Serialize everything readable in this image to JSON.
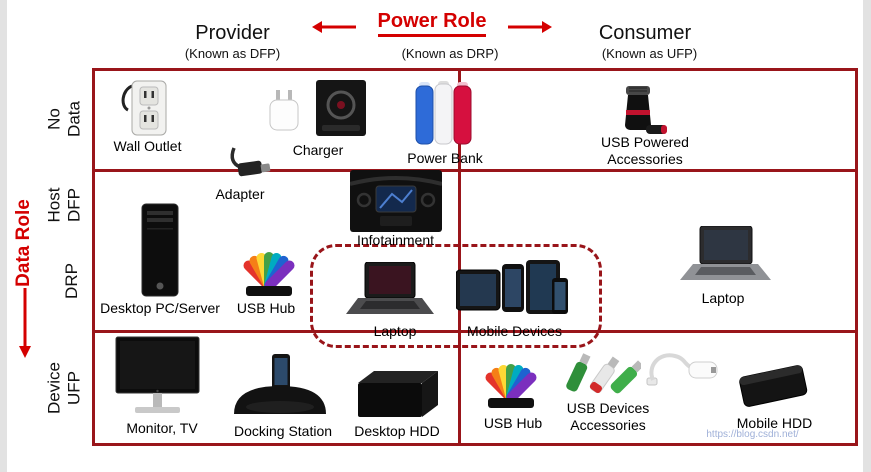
{
  "colors": {
    "accent_red": "#d40000",
    "grid_red": "#99151a",
    "text": "#111111",
    "background": "#ffffff",
    "watermark": "#9fb0d8"
  },
  "axes": {
    "power_role_label": "Power Role",
    "data_role_label": "Data Role",
    "columns": [
      {
        "name": "Provider",
        "sub": "(Known as DFP)"
      },
      {
        "name": "",
        "sub": "(Known as DRP)"
      },
      {
        "name": "Consumer",
        "sub": "(Known as UFP)"
      }
    ],
    "rows": [
      {
        "label": "No\nData"
      },
      {
        "label": "Host\nDFP"
      },
      {
        "label": "DRP"
      },
      {
        "label": "Device\nUFP"
      }
    ]
  },
  "items": [
    {
      "label": "Wall Outlet",
      "row": "No Data"
    },
    {
      "label": "Charger",
      "row": "No Data"
    },
    {
      "label": "Power Bank",
      "row": "No Data"
    },
    {
      "label": "USB Powered\nAccessories",
      "row": "No Data"
    },
    {
      "label": "Adapter",
      "row": "Host DFP"
    },
    {
      "label": "Infotainment",
      "row": "Host DFP"
    },
    {
      "label": "Desktop PC/Server",
      "row": "DRP"
    },
    {
      "label": "USB Hub",
      "row": "DRP"
    },
    {
      "label": "Laptop",
      "row": "DRP"
    },
    {
      "label": "Mobile Devices",
      "row": "DRP"
    },
    {
      "label": "Laptop",
      "row": "DRP"
    },
    {
      "label": "Monitor, TV",
      "row": "Device UFP"
    },
    {
      "label": "Docking Station",
      "row": "Device UFP"
    },
    {
      "label": "Desktop HDD",
      "row": "Device UFP"
    },
    {
      "label": "USB Hub",
      "row": "Device UFP"
    },
    {
      "label": "USB Devices\nAccessories",
      "row": "Device UFP"
    },
    {
      "label": "Mobile HDD",
      "row": "Device UFP"
    }
  ],
  "watermark": "https://blog.csdn.net/"
}
